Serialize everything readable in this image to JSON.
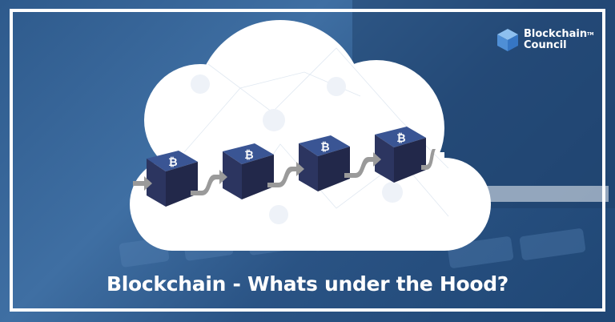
{
  "logo": {
    "line1": "Blockchain",
    "line2": "Council",
    "tm": "TM"
  },
  "title": "Blockchain - Whats under the Hood?",
  "blocks": [
    {
      "symbol": "₿"
    },
    {
      "symbol": "₿"
    },
    {
      "symbol": "₿"
    },
    {
      "symbol": "₿"
    }
  ],
  "colors": {
    "background": "#2e5a8c",
    "cube_top": "#3a5594",
    "cube_side": "#22284a",
    "arrow": "#9a9a9a"
  }
}
